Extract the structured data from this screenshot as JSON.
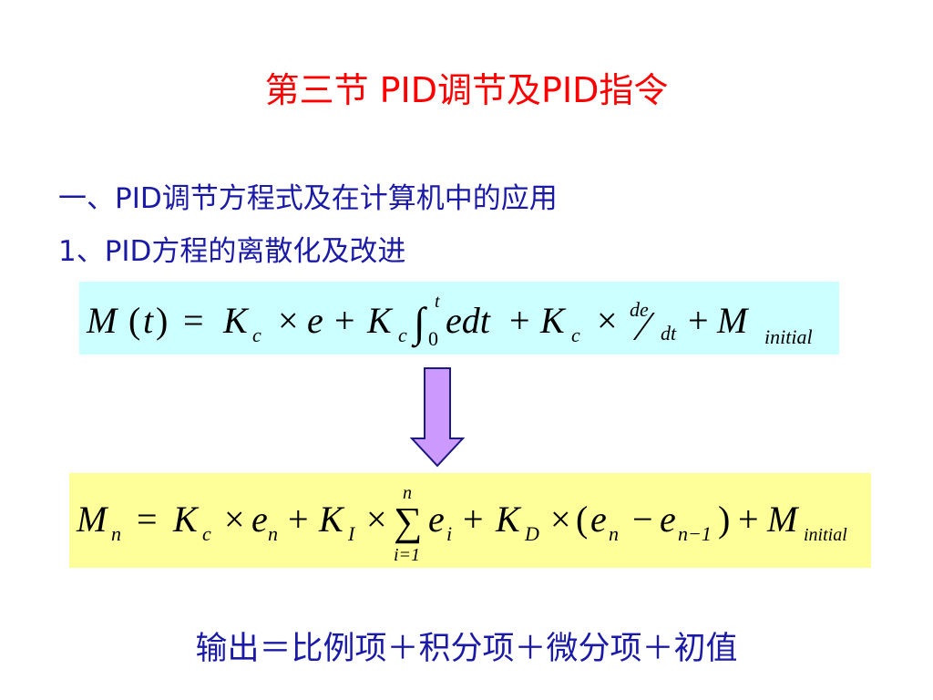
{
  "slide": {
    "title": "第三节 PID调节及PID指令",
    "heading1": "一、PID调节方程式及在计算机中的应用",
    "heading2": "1、PID方程的离散化及改进",
    "summary": "输出＝比例项＋积分项＋微分项＋初值"
  },
  "equation1": {
    "M": "M",
    "lp": "(",
    "t": "t",
    "rp": ")",
    "eq": "=",
    "K1": "K",
    "c1": "c",
    "times1": "×",
    "e1": "e",
    "plus1": "+",
    "K2": "K",
    "c2": "c",
    "integral": "∫",
    "upper": "t",
    "lower": "0",
    "edt": "edt",
    "plus2": "+",
    "K3": "K",
    "c3": "c",
    "times2": "×",
    "de": "de",
    "slash": "⁄",
    "dt": "dt",
    "plus3": "+",
    "M2": "M",
    "initial": "initial"
  },
  "equation2": {
    "M": "M",
    "n1": "n",
    "eq": "=",
    "K1": "K",
    "c": "c",
    "times1": "×",
    "e1": "e",
    "n2": "n",
    "plus1": "+",
    "K2": "K",
    "I": "I",
    "times2": "×",
    "sum": "∑",
    "upper": "n",
    "lower": "i=1",
    "ei": "e",
    "i": "i",
    "plus2": "+",
    "K3": "K",
    "D": "D",
    "times3": "×",
    "lp": "(",
    "e2": "e",
    "n3": "n",
    "minus": "−",
    "e3": "e",
    "n4": "n−1",
    "rp": ")",
    "plus3": "+",
    "M2": "M",
    "initial": "initial"
  },
  "colors": {
    "title": "#ff0000",
    "heading": "#1a1aa6",
    "eq1_background": "#ccffff",
    "eq2_background": "#ffff99",
    "arrow_fill": "#cc99ff"
  }
}
